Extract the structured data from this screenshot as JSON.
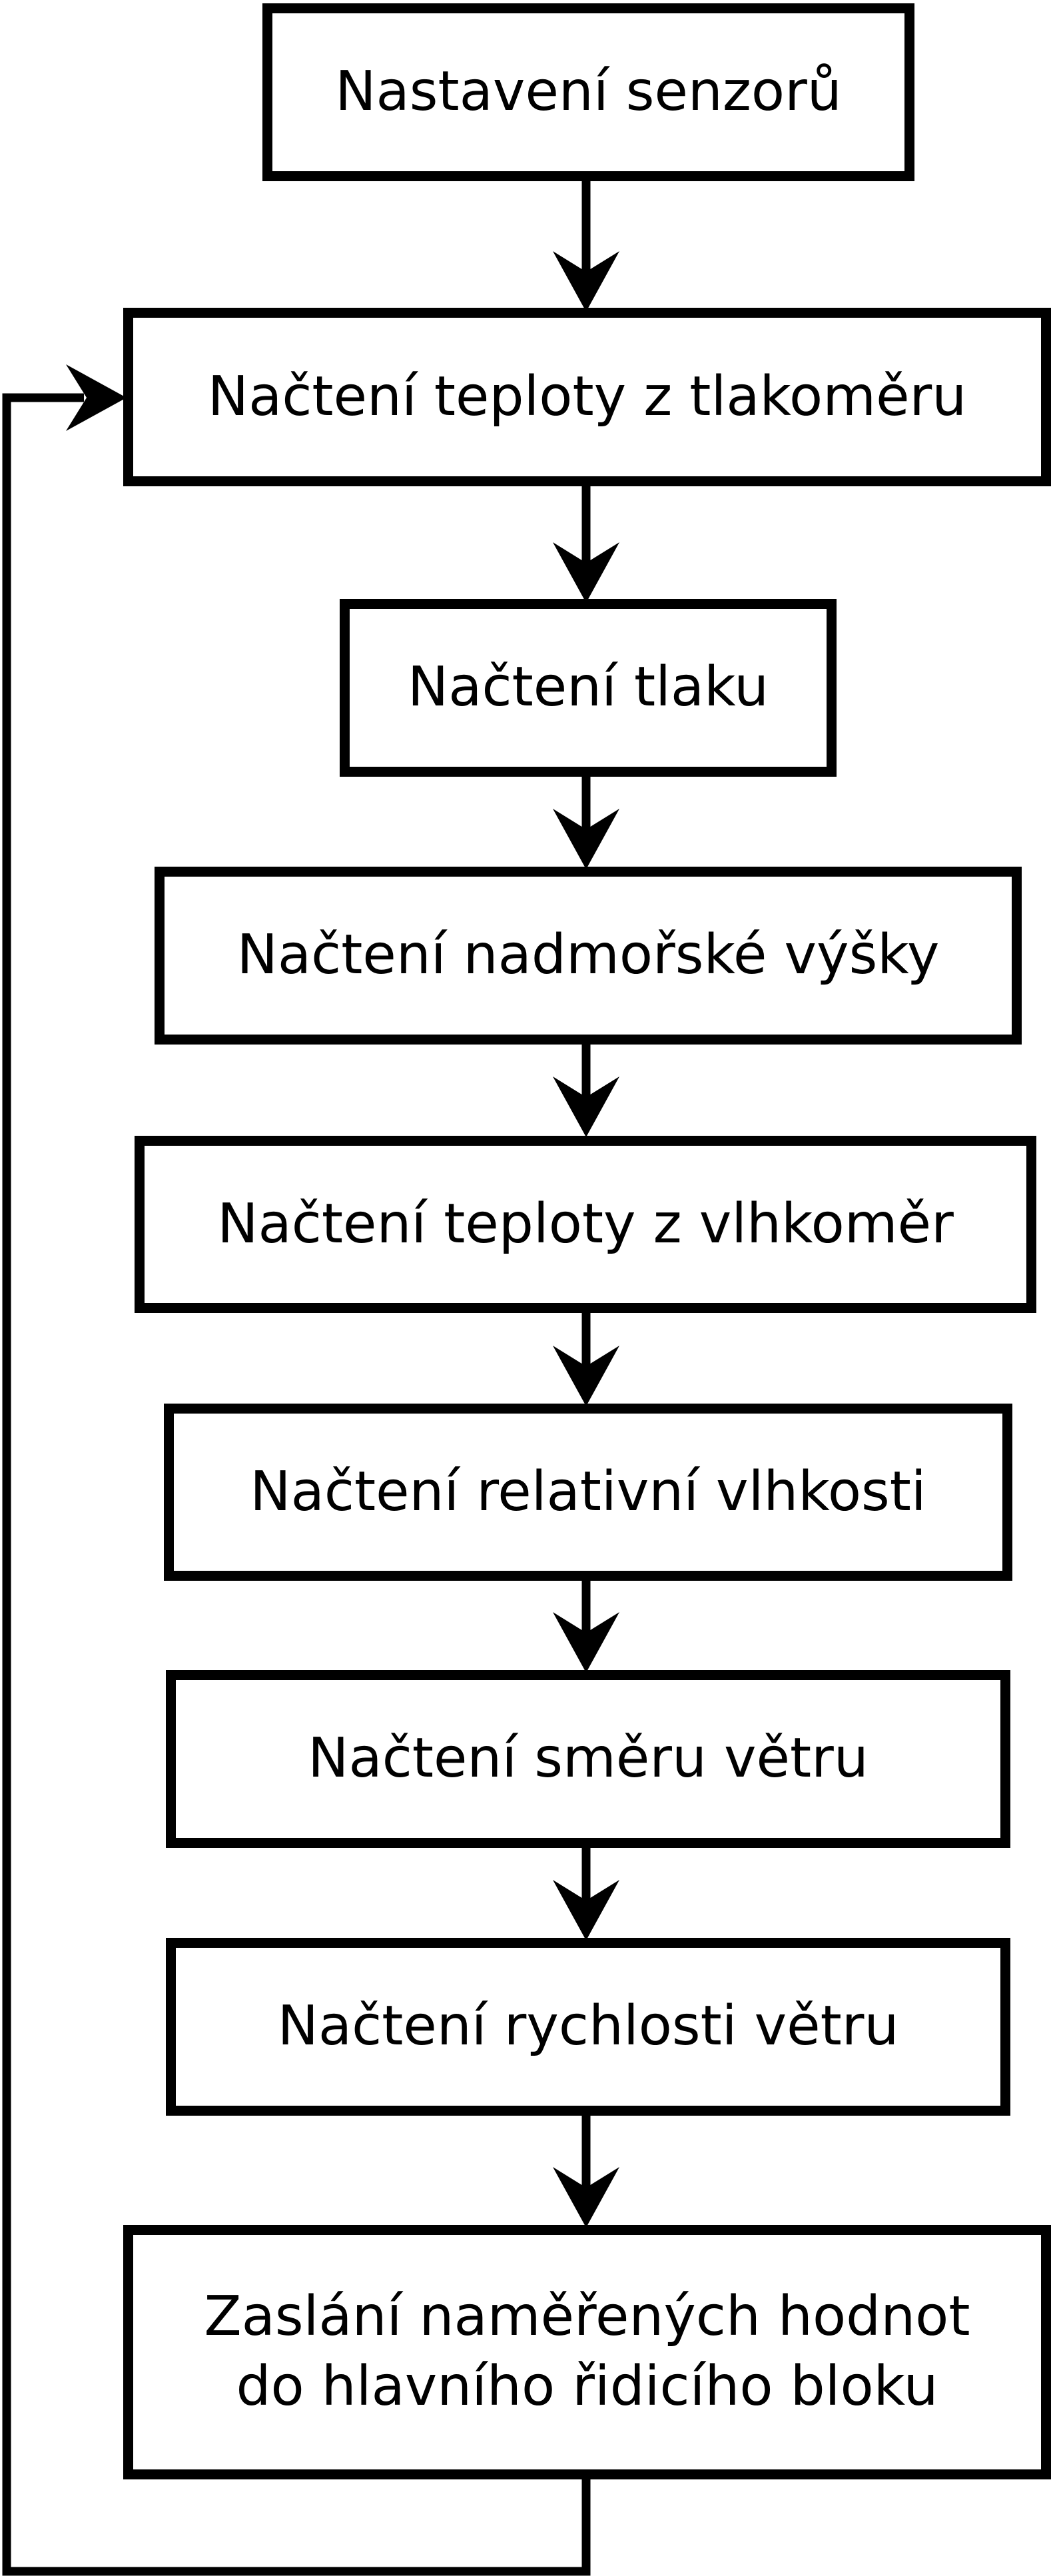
{
  "diagram": {
    "type": "flowchart",
    "background_color": "#ffffff",
    "stroke_color": "#000000",
    "nodes": [
      {
        "id": "nastaveni-senzoru",
        "lines": [
          "Nastavení senzorů"
        ]
      },
      {
        "id": "nacteni-teploty-z-tlakomeru",
        "lines": [
          "Načtení teploty z tlakoměru"
        ]
      },
      {
        "id": "nacteni-tlaku",
        "lines": [
          "Načtení tlaku"
        ]
      },
      {
        "id": "nacteni-nadmorske-vysky",
        "lines": [
          "Načtení nadmořské výšky"
        ]
      },
      {
        "id": "nacteni-teploty-z-vlhkomer",
        "lines": [
          "Načtení teploty z vlhkoměr"
        ]
      },
      {
        "id": "nacteni-relativni-vlhkosti",
        "lines": [
          "Načtení relativní vlhkosti"
        ]
      },
      {
        "id": "nacteni-smeru-vetru",
        "lines": [
          "Načtení směru větru"
        ]
      },
      {
        "id": "nacteni-rychlosti-vetru",
        "lines": [
          "Načtení rychlosti větru"
        ]
      },
      {
        "id": "zaslani-namerenych-hodnot",
        "lines": [
          "Zaslání naměřených hodnot",
          "do hlavního řidicího bloku"
        ]
      }
    ],
    "edges": [
      {
        "from": "nastaveni-senzoru",
        "to": "nacteni-teploty-z-tlakomeru",
        "style": "arrow-down"
      },
      {
        "from": "nacteni-teploty-z-tlakomeru",
        "to": "nacteni-tlaku",
        "style": "arrow-down"
      },
      {
        "from": "nacteni-tlaku",
        "to": "nacteni-nadmorske-vysky",
        "style": "arrow-down"
      },
      {
        "from": "nacteni-nadmorske-vysky",
        "to": "nacteni-teploty-z-vlhkomer",
        "style": "arrow-down"
      },
      {
        "from": "nacteni-teploty-z-vlhkomer",
        "to": "nacteni-relativni-vlhkosti",
        "style": "arrow-down"
      },
      {
        "from": "nacteni-relativni-vlhkosti",
        "to": "nacteni-smeru-vetru",
        "style": "arrow-down"
      },
      {
        "from": "nacteni-smeru-vetru",
        "to": "nacteni-rychlosti-vetru",
        "style": "arrow-down"
      },
      {
        "from": "nacteni-rychlosti-vetru",
        "to": "zaslani-namerenych-hodnot",
        "style": "arrow-down"
      },
      {
        "from": "zaslani-namerenych-hodnot",
        "to": "nacteni-teploty-z-tlakomeru",
        "style": "loop-back-left"
      }
    ]
  }
}
